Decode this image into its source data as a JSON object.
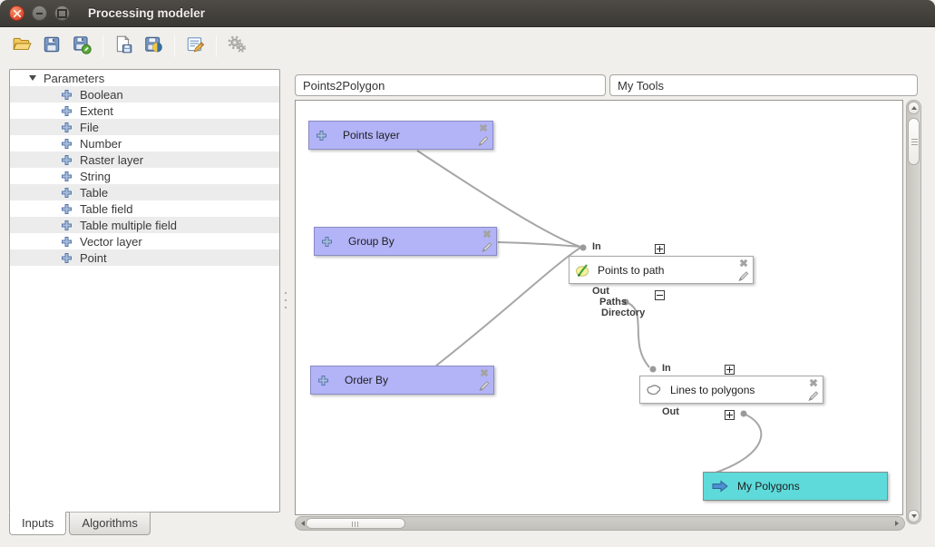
{
  "window": {
    "title": "Processing modeler"
  },
  "toolbar": {
    "buttons": [
      {
        "name": "open-model",
        "icon": "folder-open-icon"
      },
      {
        "name": "save-model",
        "icon": "save-icon"
      },
      {
        "name": "save-model-as",
        "icon": "save-as-icon"
      },
      {
        "name": "export-as-image",
        "icon": "export-image-icon"
      },
      {
        "name": "export-as-python",
        "icon": "export-python-icon"
      },
      {
        "name": "edit-model-help",
        "icon": "edit-help-icon"
      },
      {
        "name": "run-model",
        "icon": "run-gears-icon"
      }
    ]
  },
  "sidebar": {
    "tree_root": "Parameters",
    "items": [
      "Boolean",
      "Extent",
      "File",
      "Number",
      "Raster layer",
      "String",
      "Table",
      "Table field",
      "Table multiple field",
      "Vector layer",
      "Point"
    ],
    "tabs": [
      {
        "label": "Inputs",
        "active": true
      },
      {
        "label": "Algorithms",
        "active": false
      }
    ]
  },
  "properties": {
    "model_name": "Points2Polygon",
    "model_group": "My Tools"
  },
  "canvas": {
    "input_nodes": [
      {
        "label": "Points layer"
      },
      {
        "label": "Group By"
      },
      {
        "label": "Order By"
      }
    ],
    "algorithm_nodes": [
      {
        "label": "Points to path",
        "in_label": "In",
        "out_label": "Out",
        "outputs": [
          "Paths",
          "Directory"
        ]
      },
      {
        "label": "Lines to polygons",
        "in_label": "In",
        "out_label": "Out"
      }
    ],
    "output_nodes": [
      {
        "label": "My Polygons"
      }
    ]
  },
  "colors": {
    "input_node_fill": "#b3b3f8",
    "output_node_fill": "#5edada",
    "algorithm_node_fill": "#ffffff",
    "connector": "#a6a6a6",
    "titlebar": "#3b3934",
    "close_button": "#df4b32"
  }
}
